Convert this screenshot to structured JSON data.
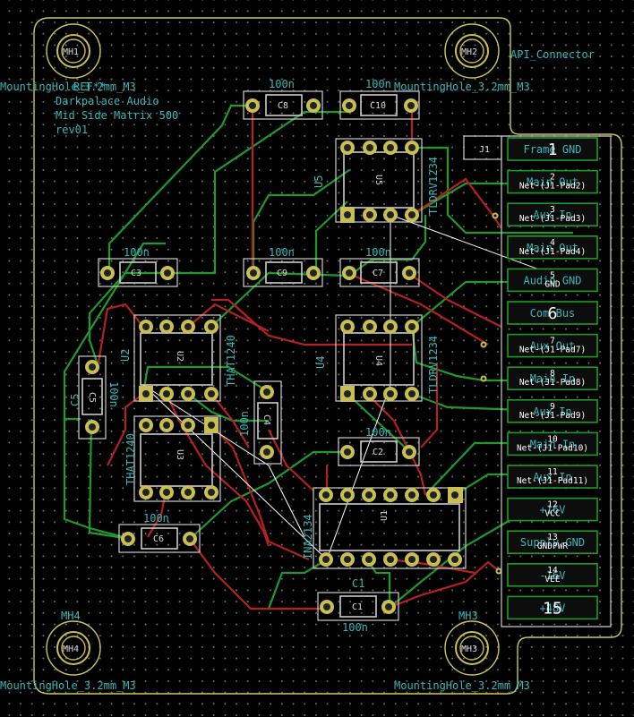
{
  "board": {
    "title_lines": [
      "Darkpalace Audio",
      "Mid Side Matrix 500",
      "rev01"
    ],
    "title_ref": "REF**",
    "connector_value": "API_Connector",
    "connector_ref": "J1"
  },
  "mounting_holes": [
    {
      "ref": "MH1",
      "value": "MountingHole_3.2mm_M3"
    },
    {
      "ref": "MH2",
      "value": "MountingHole_3.2mm_M3"
    },
    {
      "ref": "MH3",
      "value": "MountingHole_3.2mm_M3"
    },
    {
      "ref": "MH4",
      "value": "MountingHole_3.2mm_M3"
    }
  ],
  "capacitors": [
    {
      "ref": "C8",
      "value": "100n"
    },
    {
      "ref": "C10",
      "value": "100n"
    },
    {
      "ref": "C3",
      "value": "100n"
    },
    {
      "ref": "C9",
      "value": "100n"
    },
    {
      "ref": "C7",
      "value": "100n"
    },
    {
      "ref": "C5",
      "value": "100n"
    },
    {
      "ref": "C4",
      "value": "100n"
    },
    {
      "ref": "C2",
      "value": "100n"
    },
    {
      "ref": "C6",
      "value": "100n"
    },
    {
      "ref": "C1",
      "value": "100n"
    }
  ],
  "ics": [
    {
      "ref": "U5",
      "value": "TLDRV1234"
    },
    {
      "ref": "U4",
      "value": "TLDRV1234"
    },
    {
      "ref": "U2",
      "value": "THAT1240"
    },
    {
      "ref": "U3",
      "value": "THAT1240"
    },
    {
      "ref": "U1",
      "value": "INA2134"
    }
  ],
  "connector_pins": [
    {
      "num": "1",
      "label": "Frame GND",
      "net": ""
    },
    {
      "num": "2",
      "label": "Main Out",
      "net": "Net-(J1-Pad2)"
    },
    {
      "num": "3",
      "label": "Aux In",
      "net": "Net-(J1-Pad3)"
    },
    {
      "num": "4",
      "label": "Main Out",
      "net": "Net-(J1-Pad4)"
    },
    {
      "num": "5",
      "label": "Audio GND",
      "net": "GND"
    },
    {
      "num": "6",
      "label": "Com Bus",
      "net": ""
    },
    {
      "num": "7",
      "label": "Aux Out",
      "net": "Net-(J1-Pad7)"
    },
    {
      "num": "8",
      "label": "Main In",
      "net": "Net-(J1-Pad8)"
    },
    {
      "num": "9",
      "label": "Aux In",
      "net": "Net-(J1-Pad9)"
    },
    {
      "num": "10",
      "label": "Main In",
      "net": "Net-(J1-Pad10)"
    },
    {
      "num": "11",
      "label": "Aux In",
      "net": "Net-(J1-Pad11)"
    },
    {
      "num": "12",
      "label": "+16V",
      "net": "VCC"
    },
    {
      "num": "13",
      "label": "Supply GND",
      "net": "GNDPWR"
    },
    {
      "num": "14",
      "label": "-16V",
      "net": "VEE"
    },
    {
      "num": "15",
      "label": "+48V",
      "net": ""
    }
  ],
  "colors": {
    "background": "#000000",
    "silkscreen": "#3ab7b7",
    "edge_cuts": "#c9c95a",
    "pad": "#c8bf52",
    "front_copper": "#b52020",
    "back_copper": "#1f9a2a",
    "ratsnest": "#ffffff"
  }
}
